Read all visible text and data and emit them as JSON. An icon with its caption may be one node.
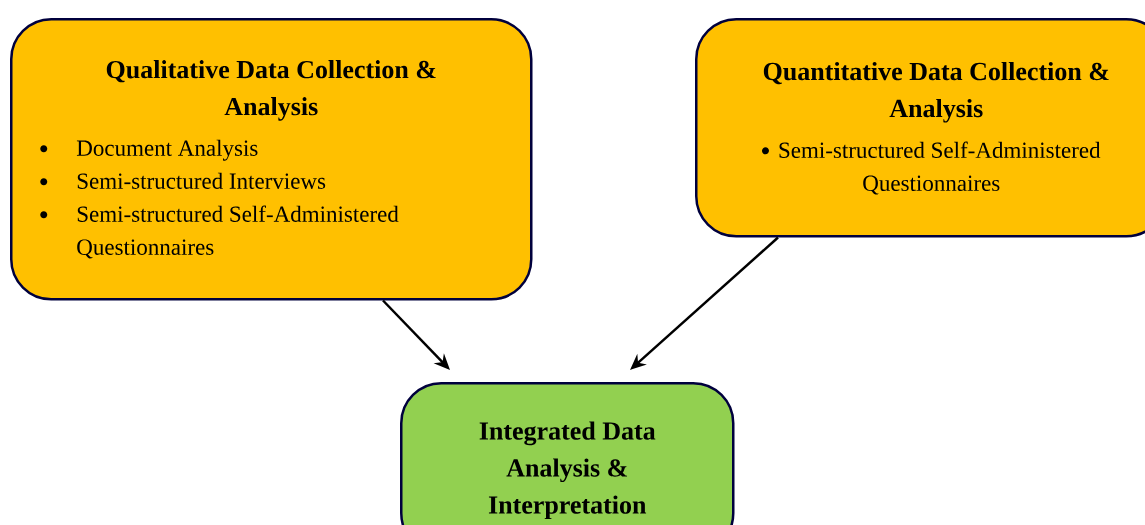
{
  "diagram": {
    "nodes": [
      {
        "text": [
          "Qualitative Data Collection & Analysis",
          "Document Analysis",
          "Semi-structured Interviews",
          "Semi-structured Self-Administered Questionnaires"
        ]
      },
      {
        "text": [
          "Quantitative Data Collection & Analysis",
          "Semi-structured Self-Administered Questionnaires"
        ]
      },
      {
        "text": [
          "Integrated Data Analysis & Interpretation"
        ]
      }
    ],
    "edges": [
      {
        "from": 0,
        "to": 2,
        "arrow": "to"
      },
      {
        "from": 1,
        "to": 2,
        "arrow": "to"
      }
    ]
  }
}
